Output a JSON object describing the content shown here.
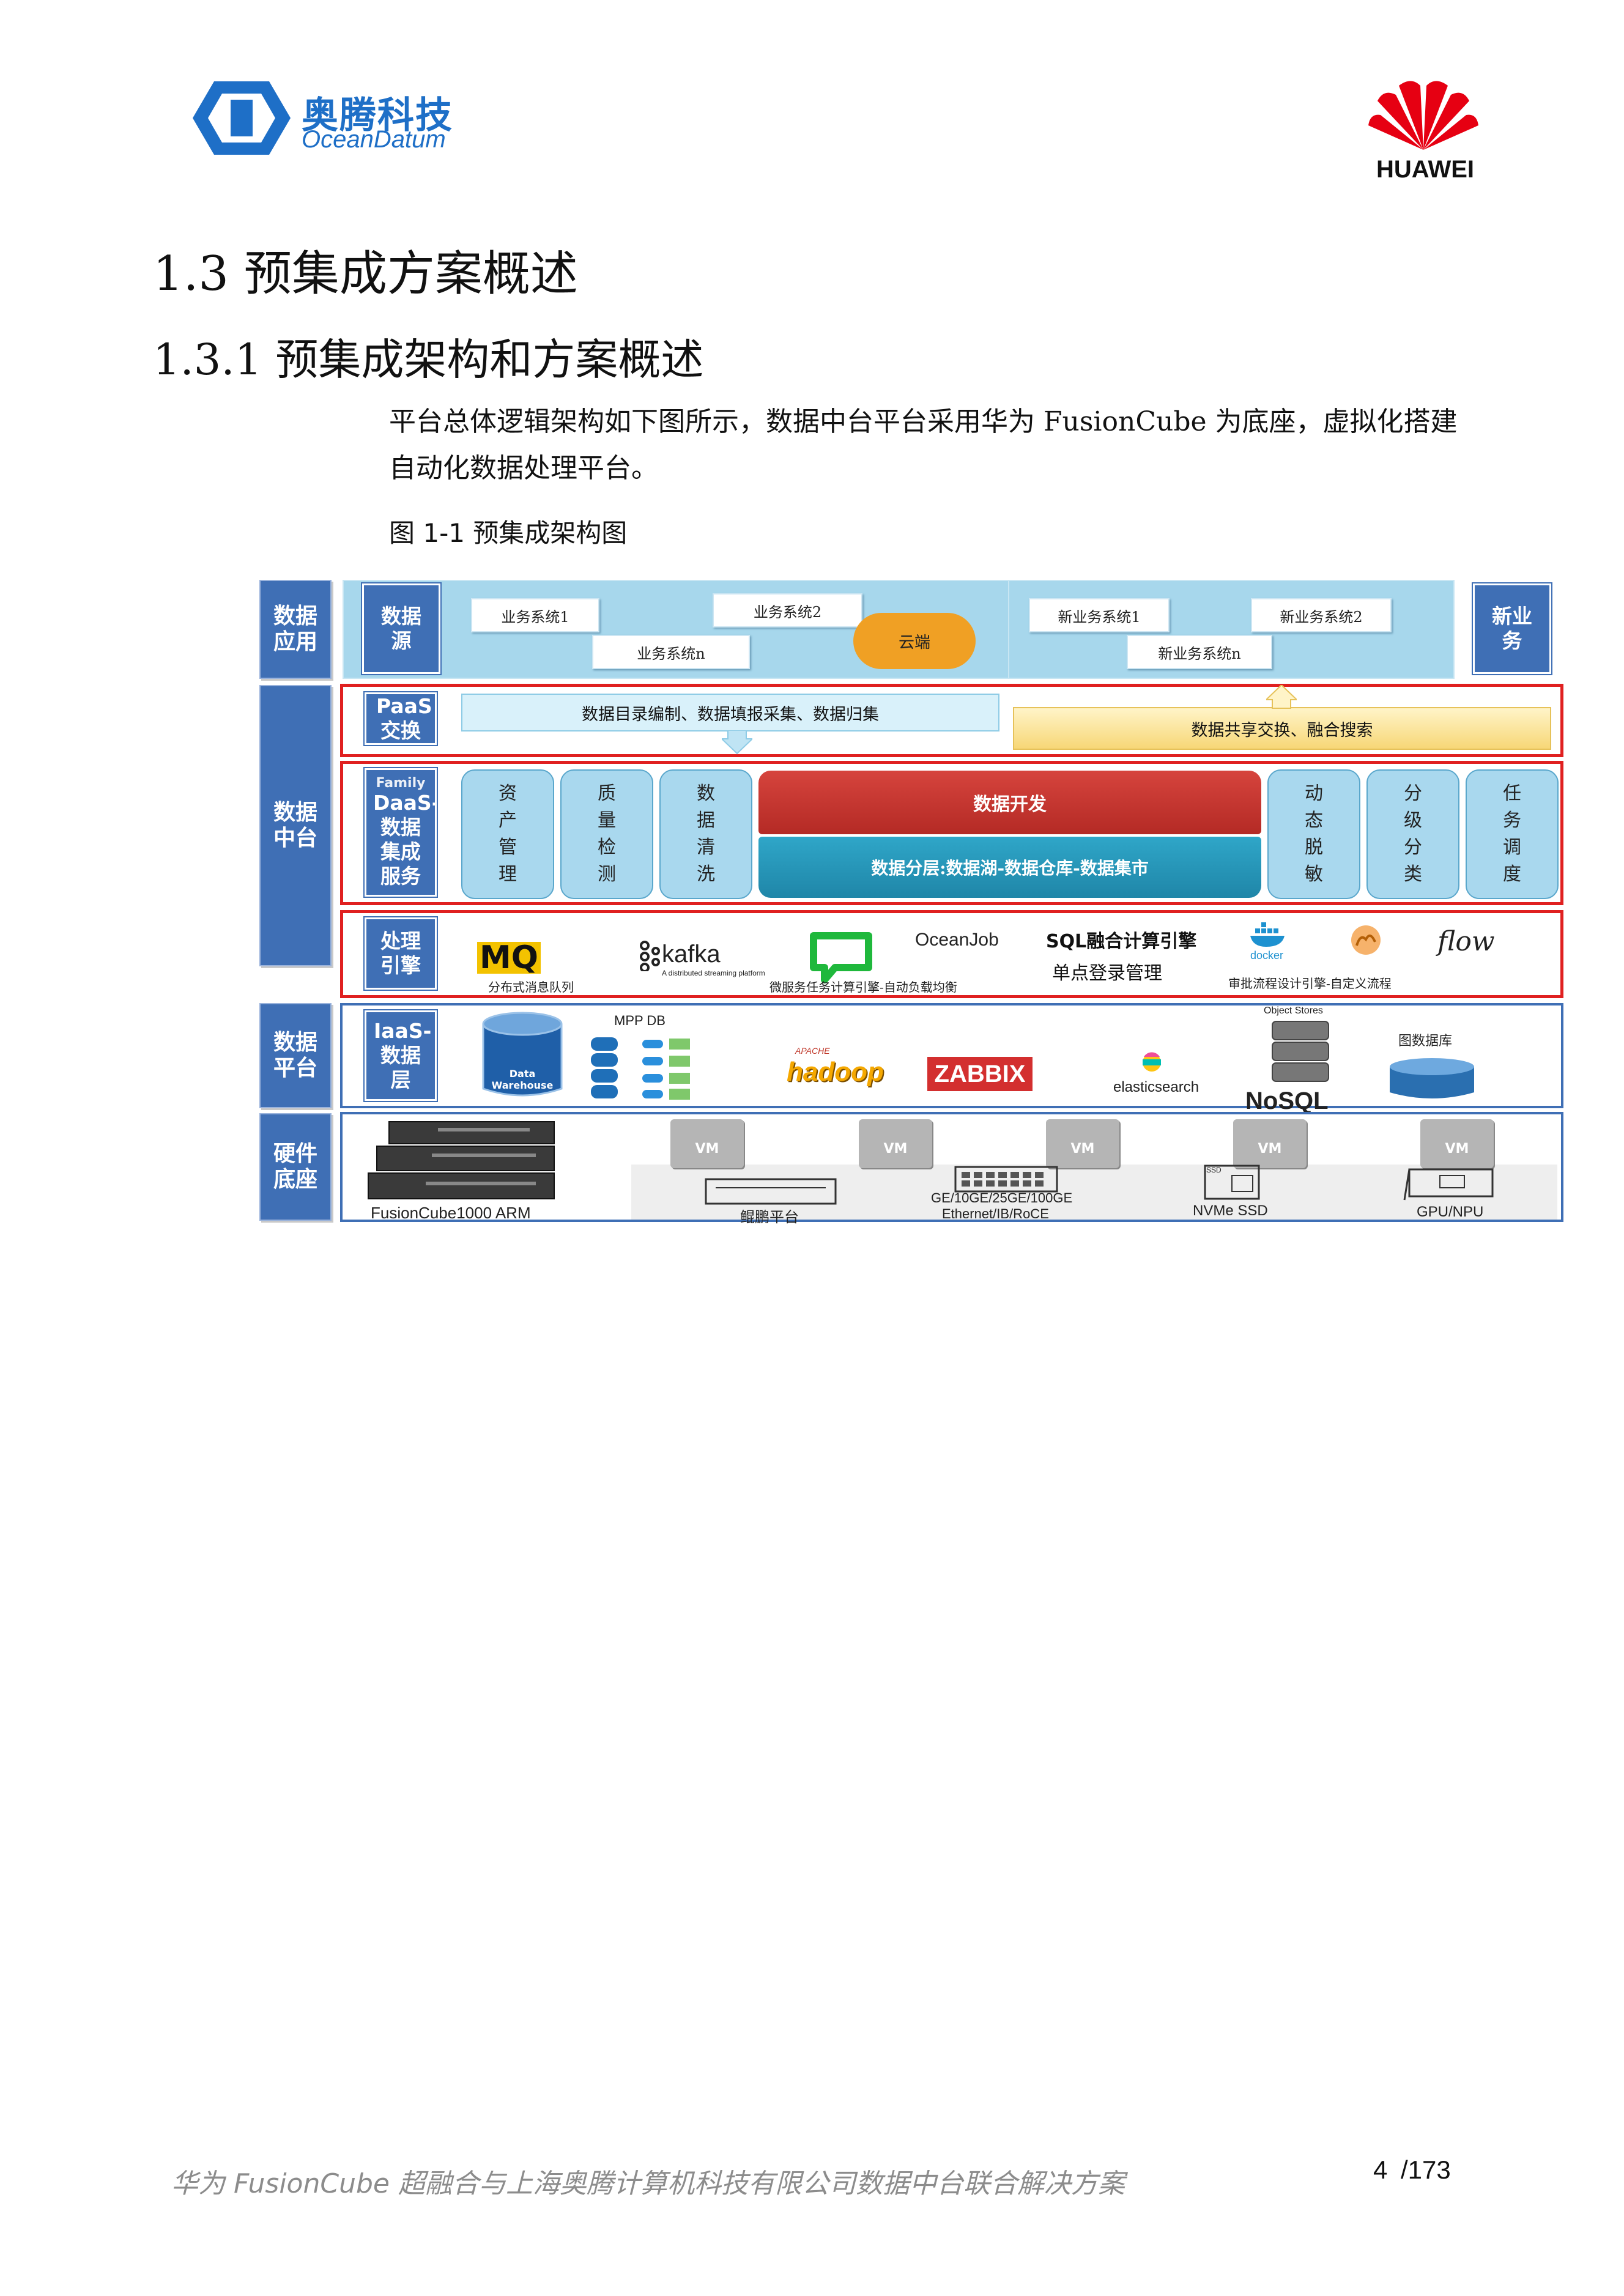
{
  "header": {
    "oceandatum_cn": "奥腾科技",
    "oceandatum_en": "OceanDatum",
    "huawei": "HUAWEI"
  },
  "headings": {
    "section": "1.3 预集成方案概述",
    "subsection": "1.3.1 预集成架构和方案概述"
  },
  "paragraph": "平台总体逻辑架构如下图所示，数据中台平台采用华为 FusionCube 为底座，虚拟化搭建自动化数据处理平台。",
  "figure_caption": "图 1-1  预集成架构图",
  "diagram": {
    "layers": {
      "app": "数据应用",
      "platform_mid": "数据中台",
      "data_platform": "数据平台",
      "hardware": "硬件底座"
    },
    "row1": {
      "source_label": "数据源",
      "biz1": "业务系统1",
      "biz2": "业务系统2",
      "bizn": "业务系统n",
      "cloud": "云端",
      "new1": "新业务系统1",
      "new2": "新业务系统2",
      "newn": "新业务系统n",
      "new_biz": "新业务"
    },
    "paas": {
      "label": "PaaS交换",
      "left_bar": "数据目录编制、数据填报采集、数据归集",
      "right_bar": "数据共享交换、融合搜索"
    },
    "daas": {
      "label_top": "Family",
      "label": "DaaS-数据集成服务",
      "asset": "资产管理",
      "quality": "质量检测",
      "cleanse": "数据清洗",
      "dev": "数据开发",
      "layering": "数据分层:数据湖-数据仓库-数据集市",
      "desens": "动态脱敏",
      "classify": "分级分类",
      "schedule": "任务调度"
    },
    "engine": {
      "label": "处理引擎",
      "mq": "MQ",
      "mq_caption": "分布式消息队列",
      "kafka": "kafka",
      "kafka_sub": "A distributed streaming platform",
      "oceanjob": "OceanJob",
      "micro_caption": "微服务任务计算引擎-自动负载均衡",
      "sql": "SQL融合计算引擎",
      "sso": "单点登录管理",
      "docker": "docker",
      "flow": "flow",
      "flow_caption": "审批流程设计引擎-自定义流程"
    },
    "iaas": {
      "label": "IaaS-数据层",
      "dw": "Data Warehouse",
      "mpp": "MPP DB",
      "apache": "APACHE",
      "hadoop": "hadoop",
      "zabbix": "ZABBIX",
      "elastic": "elasticsearch",
      "object_stores": "Object Stores",
      "nosql": "NoSQL",
      "graph_db": "图数据库"
    },
    "hardware": {
      "server": "FusionCube1000 ARM",
      "vm": "VM",
      "kunpeng": "鲲鹏平台",
      "net1": "GE/10GE/25GE/100GE",
      "net2": "Ethernet/IB/RoCE",
      "ssd_tag": "SSD",
      "nvme": "NVMe SSD",
      "gpu": "GPU/NPU"
    }
  },
  "footer": {
    "title": "华为 FusionCube 超融合与上海奥腾计算机科技有限公司数据中台联合解决方案",
    "page": "4",
    "total": "/173"
  },
  "colors": {
    "layer_blue": "#3f6fb5",
    "red_frame": "#e02020",
    "light_blue": "#a9d8ee",
    "dev_red": "#c9302c",
    "layer_teal": "#2a9bbf",
    "huawei_red": "#e60012",
    "oceandatum_blue": "#1e6fc7"
  }
}
